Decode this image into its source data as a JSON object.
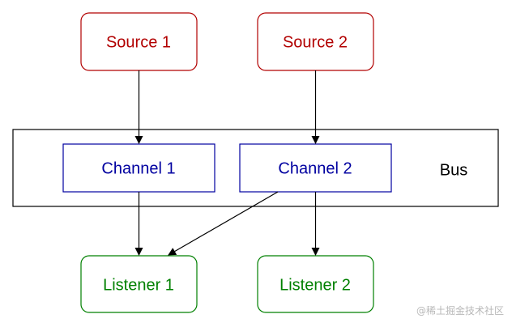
{
  "sources": [
    {
      "label": "Source 1"
    },
    {
      "label": "Source 2"
    }
  ],
  "bus": {
    "label": "Bus"
  },
  "channels": [
    {
      "label": "Channel 1"
    },
    {
      "label": "Channel 2"
    }
  ],
  "listeners": [
    {
      "label": "Listener 1"
    },
    {
      "label": "Listener 2"
    }
  ],
  "connections": [
    {
      "from": "Source 1",
      "to": "Channel 1"
    },
    {
      "from": "Source 2",
      "to": "Channel 2"
    },
    {
      "from": "Channel 1",
      "to": "Listener 1"
    },
    {
      "from": "Channel 2",
      "to": "Listener 1"
    },
    {
      "from": "Channel 2",
      "to": "Listener 2"
    }
  ],
  "watermark": "@稀土掘金技术社区",
  "colors": {
    "source_stroke": "#b20000",
    "source_text": "#b20000",
    "channel_stroke": "#0000a0",
    "channel_text": "#0000a0",
    "listener_stroke": "#008000",
    "listener_text": "#008000",
    "bus_stroke": "#000000",
    "arrow": "#000000"
  }
}
